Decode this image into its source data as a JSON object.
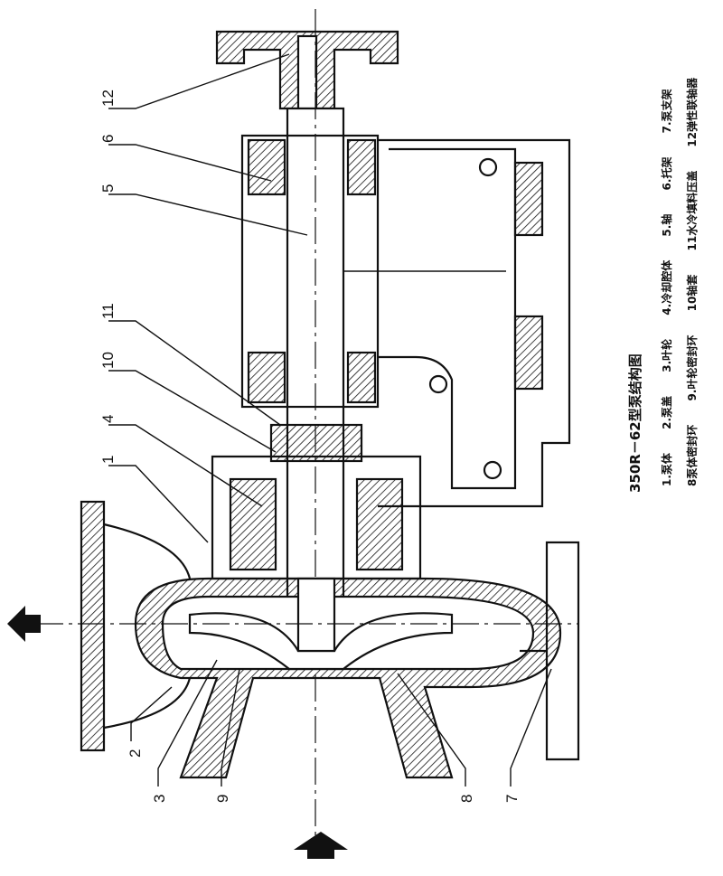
{
  "title": "350R－62型泵结构图",
  "legend_row1": [
    "1.泵体",
    "2.泵盖",
    "3.叶轮",
    "4.冷却腔体",
    "5.轴",
    "6.托架",
    "7.泵支架"
  ],
  "legend_row2": [
    "8泵体密封环",
    "9.叶轮密封环",
    "10轴套",
    "11水冷填料压盖",
    "12弹性联轴器"
  ],
  "callouts_left": [
    "12",
    "6",
    "5",
    "11",
    "10",
    "4",
    "1"
  ],
  "callouts_bottom": [
    "2",
    "3",
    "9",
    "8",
    "7"
  ],
  "icons": [
    "flow-arrow-left",
    "flow-arrow-up"
  ]
}
